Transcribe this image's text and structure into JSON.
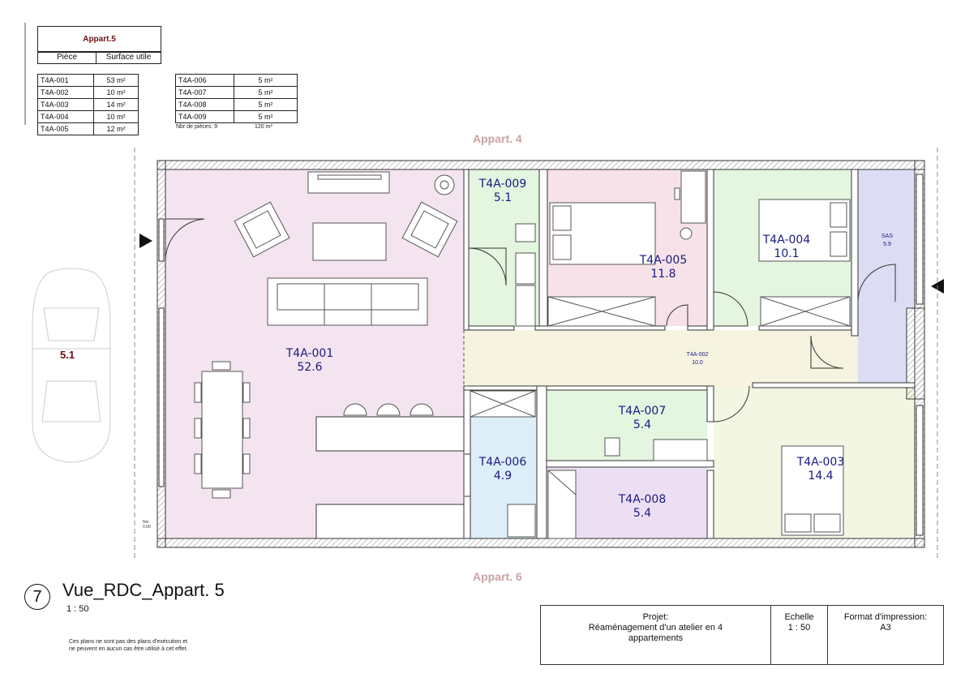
{
  "area_table": {
    "title": "Appart.5",
    "col_room": "Pièce",
    "col_surface": "Surface utile",
    "left_rows": [
      {
        "room": "T4A-001",
        "surface": "53 m²"
      },
      {
        "room": "T4A-002",
        "surface": "10 m²"
      },
      {
        "room": "T4A-003",
        "surface": "14 m²"
      },
      {
        "room": "T4A-004",
        "surface": "10 m²"
      },
      {
        "room": "T4A-005",
        "surface": "12 m²"
      }
    ],
    "right_rows": [
      {
        "room": "T4A-006",
        "surface": "5 m²"
      },
      {
        "room": "T4A-007",
        "surface": "5 m²"
      },
      {
        "room": "T4A-008",
        "surface": "5 m²"
      },
      {
        "room": "T4A-009",
        "surface": "5 m²"
      }
    ],
    "count_label": "Nbr de pièces: 9",
    "total": "120 m²"
  },
  "neighbors": {
    "top": "Appart. 4",
    "bottom": "Appart. 6"
  },
  "parking": {
    "value": "5.1"
  },
  "level_note": {
    "line1": "Niv",
    "line2": "0.00"
  },
  "rooms": [
    {
      "id": "T4A-001",
      "area": "52.6"
    },
    {
      "id": "T4A-009",
      "area": "5.1"
    },
    {
      "id": "T4A-005",
      "area": "11.8"
    },
    {
      "id": "T4A-004",
      "area": "10.1"
    },
    {
      "id": "T4A-007",
      "area": "5.4"
    },
    {
      "id": "T4A-006",
      "area": "4.9"
    },
    {
      "id": "T4A-008",
      "area": "5.4"
    },
    {
      "id": "T4A-003",
      "area": "14.4"
    }
  ],
  "corridor": {
    "id": "T4A-002",
    "area": "10.0"
  },
  "sas": {
    "id": "SAS",
    "area": "5.9"
  },
  "room_colors": {
    "living": "#f4e4f0",
    "wc": "#e4f5e0",
    "bed5": "#f6e2e8",
    "bed4": "#e4f5e0",
    "sas": "#dcdcf4",
    "corridor": "#f6f3e0",
    "shower": "#ddeef8",
    "laundry": "#e4f5e0",
    "storage": "#ecdff4",
    "bed3": "#f3f6e2"
  },
  "view": {
    "number": "7",
    "title": "Vue_RDC_Appart. 5",
    "scale": "1 : 50"
  },
  "disclaimer": {
    "line1": "Ces plans ne sont pas des plans d'exécution et",
    "line2": "ne peuvent en aucun cas être  utilisé à cet effet."
  },
  "titleblock": {
    "project_label": "Projet:",
    "project_line1": "Réaménagement d'un atelier en 4",
    "project_line2": "appartements",
    "scale_label": "Echelle",
    "scale_value": "1 : 50",
    "format_label": "Format d'impression:",
    "format_value": "A3"
  }
}
